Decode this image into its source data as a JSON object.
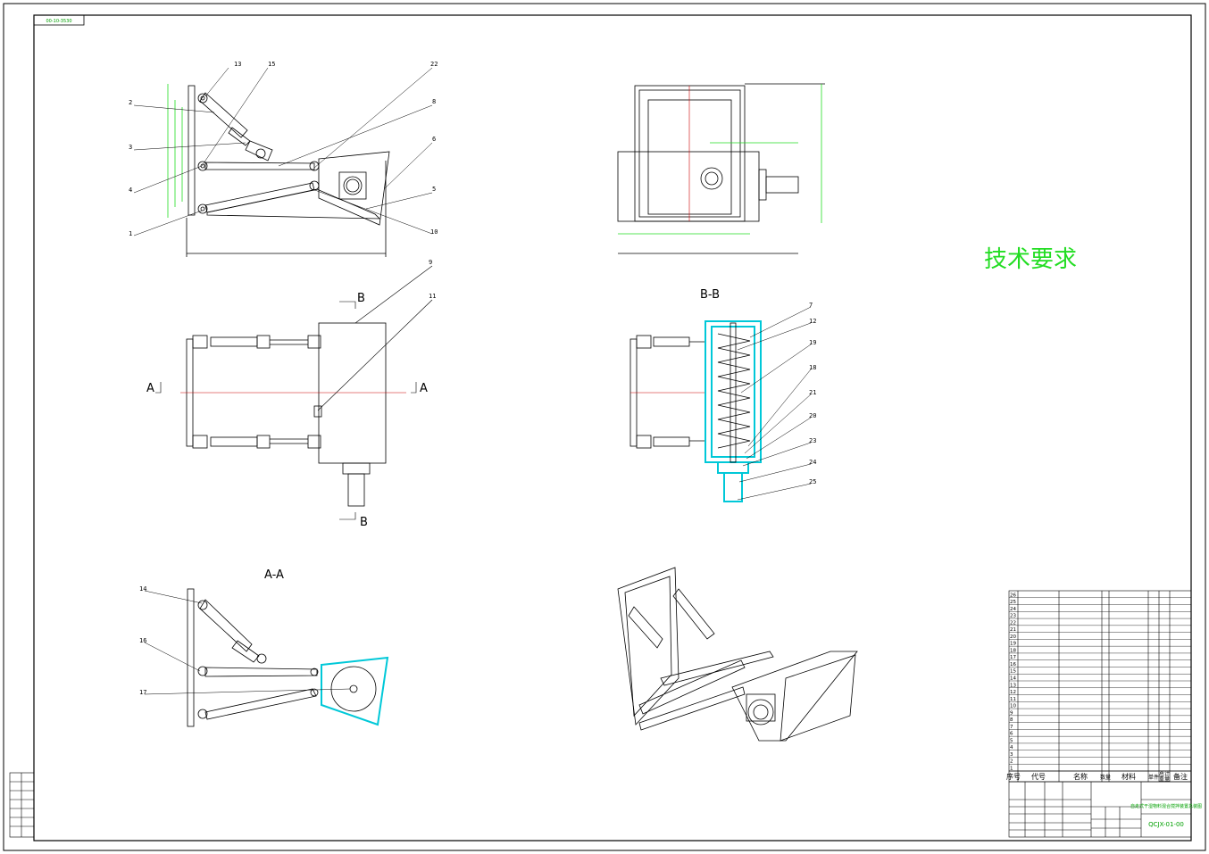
{
  "drawing": {
    "code_box": "00-10-3530",
    "tech_req_title": "技术要求",
    "view_labels": [
      "B",
      "B",
      "A",
      "A",
      "B-B",
      "A-A"
    ],
    "front_callouts": [
      "13",
      "15",
      "22",
      "8",
      "6",
      "5",
      "10",
      "2",
      "3",
      "4",
      "1"
    ],
    "top_callouts": [
      "9",
      "11"
    ],
    "section_callouts": [
      "7",
      "12",
      "19",
      "18",
      "21",
      "20",
      "23",
      "24",
      "25"
    ],
    "aa_callouts": [
      "14",
      "16",
      "17"
    ]
  },
  "bom": {
    "header": [
      "序号",
      "代号",
      "名称",
      "数量",
      "材料",
      "单件",
      "总计",
      "备注"
    ],
    "header_weight": "重量",
    "rows": [
      "26",
      "25",
      "24",
      "23",
      "22",
      "21",
      "20",
      "19",
      "18",
      "17",
      "16",
      "15",
      "14",
      "13",
      "12",
      "11",
      "10",
      "9",
      "8",
      "7",
      "6",
      "5",
      "4",
      "3",
      "2",
      "1"
    ]
  },
  "title_block": {
    "drawing_number": "QCJX-01-00",
    "project_title": "自走式干湿物料混合搅拌装置总装图"
  },
  "colors": {
    "accent": "#22dd22",
    "section": "#00c8d8",
    "centerline": "#cc0000"
  }
}
